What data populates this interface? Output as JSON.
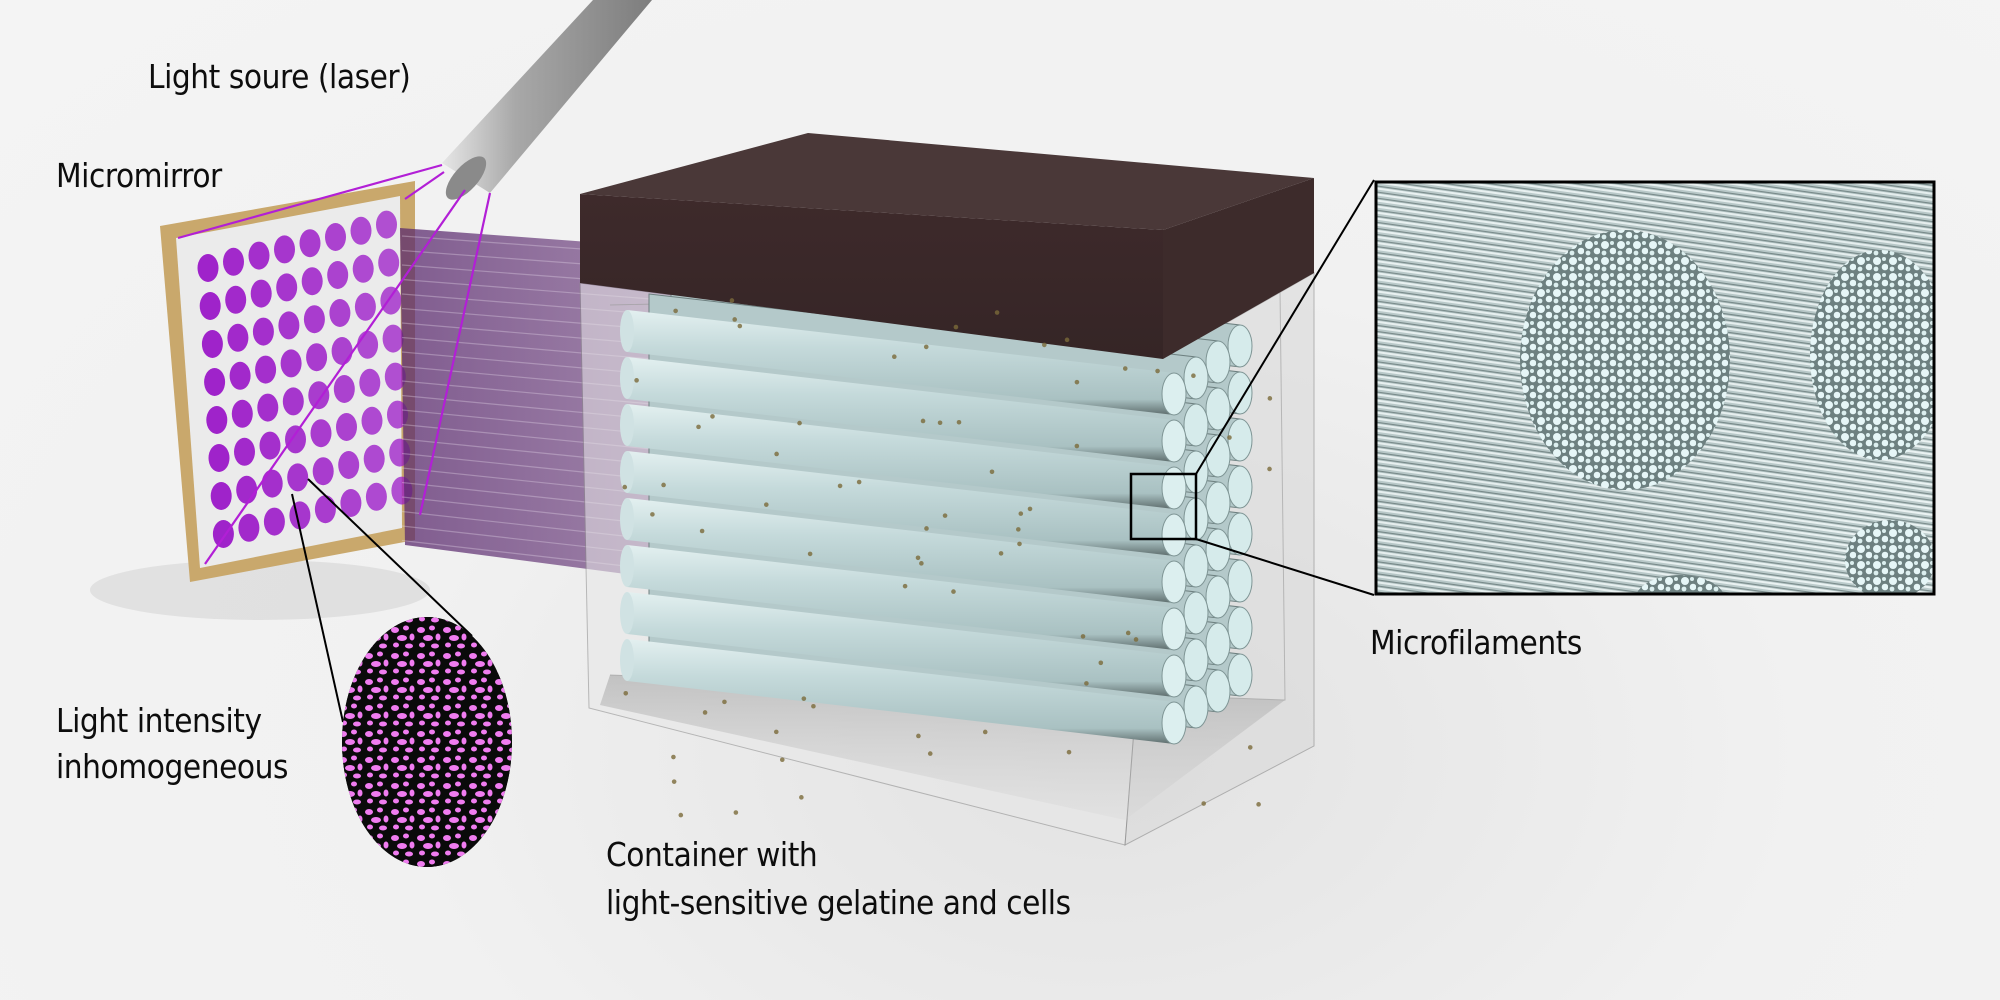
{
  "figure": {
    "type": "3D schematic illustration",
    "background_color": "#f3f3f3"
  },
  "labels": {
    "light_source": "Light soure (laser)",
    "micromirror": "Micromirror",
    "intensity_line1": "Light intensity",
    "intensity_line2": "inhomogeneous",
    "container_line1": "Container with",
    "container_line2": "light-sensitive gelatine and cells",
    "microfilaments": "Microfilaments"
  },
  "components": {
    "laser": {
      "name": "Light source (laser)",
      "color": "#9a9a9a"
    },
    "micromirror": {
      "frame_color": "#c9a86c",
      "dot_color": "#9b18c8",
      "grid_rows": 8,
      "grid_cols": 8
    },
    "light_beam": {
      "color": "#5a2a6e"
    },
    "container": {
      "lid_color": "#3f2c2c",
      "glass_color": "#d9d9d9"
    },
    "microfilament_bundle": {
      "color": "#bcd3d4",
      "rows": 8,
      "columns_visible": 4
    },
    "intensity_inset": {
      "background": "#0a0a0a",
      "speckle_color": "#f07cf0"
    },
    "microfilament_inset": {
      "border_color": "#000000",
      "filament_color": "#dfeff0"
    }
  },
  "colors": {
    "laser_line": "#b21fd6",
    "callout_line": "#000000",
    "text": "#0d0d0d"
  }
}
